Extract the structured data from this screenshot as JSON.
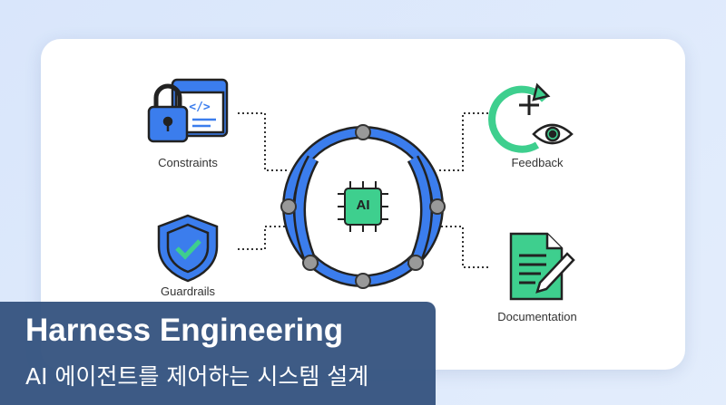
{
  "nodes": {
    "constraints": "Constraints",
    "feedback": "Feedback",
    "guardrails": "Guardrails",
    "documentation": "Documentation",
    "core": "AI"
  },
  "banner": {
    "title": "Harness Engineering",
    "subtitle": "AI 에이전트를 제어하는 시스템 설계"
  },
  "colors": {
    "blue": "#3b7ded",
    "green": "#3ecf8e",
    "banner": "#34527e"
  }
}
